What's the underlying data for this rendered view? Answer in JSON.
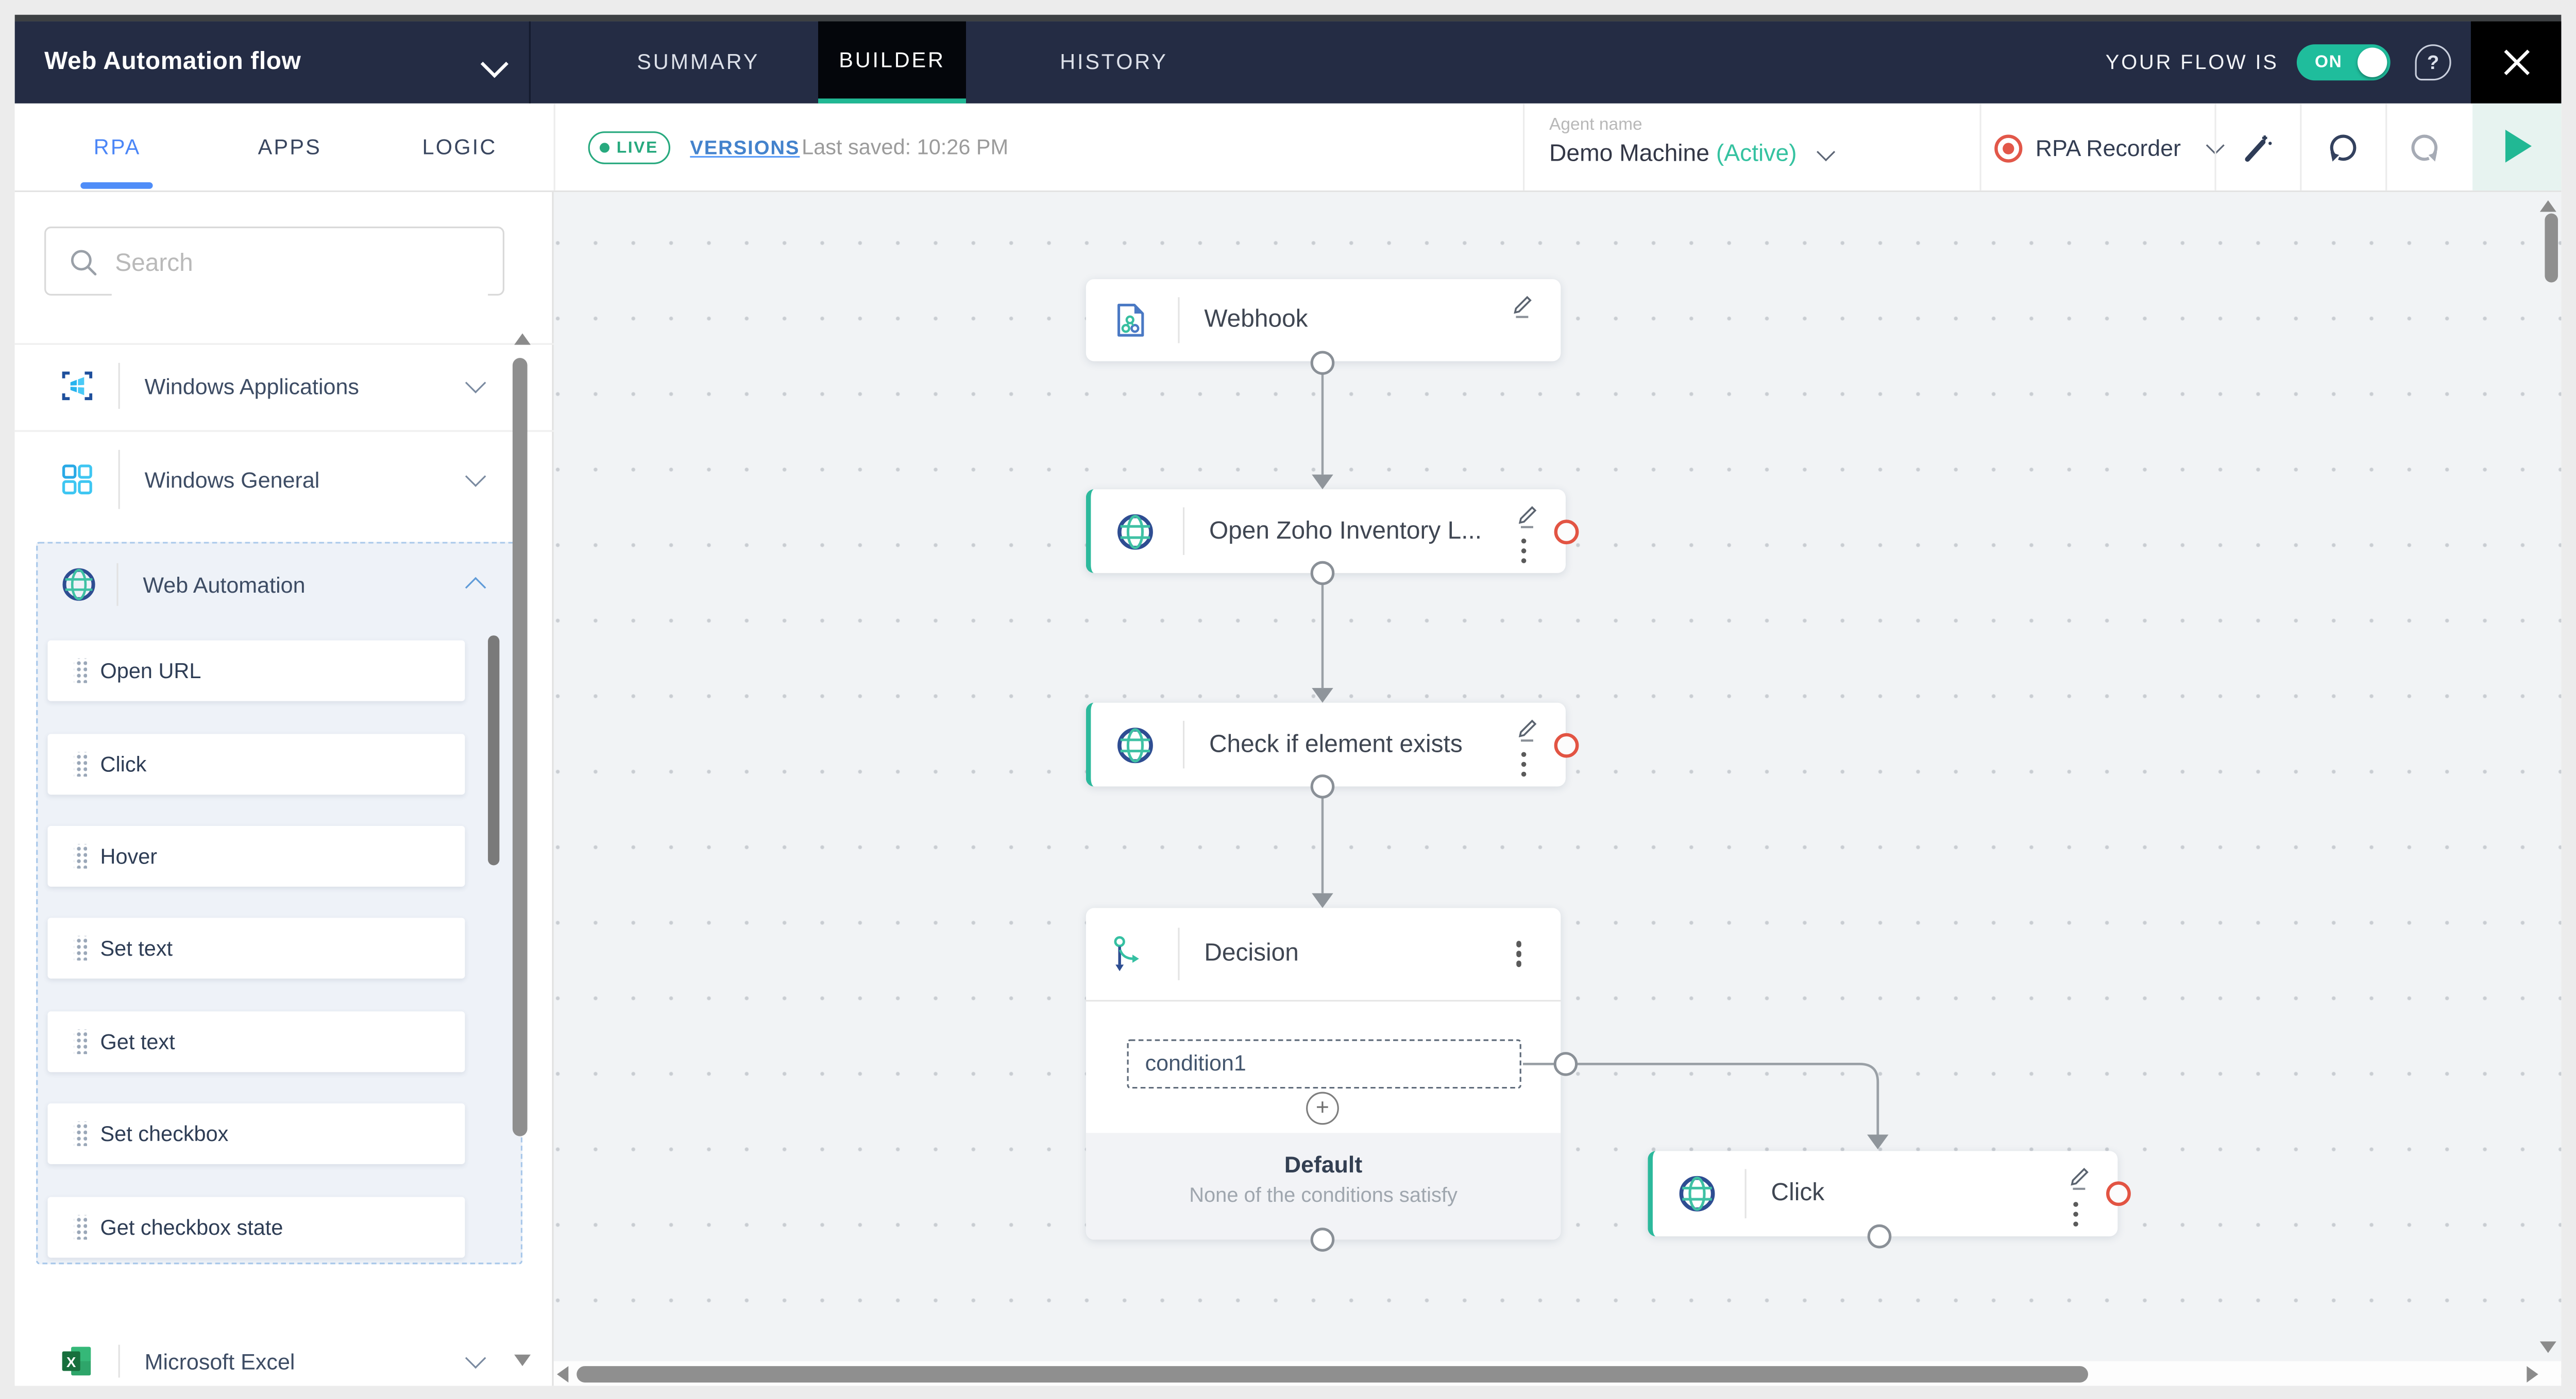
{
  "window": {
    "title": "Web Automation flow",
    "nav_tabs": [
      "SUMMARY",
      "BUILDER",
      "HISTORY"
    ],
    "active_nav_tab": "BUILDER",
    "flow_status_label": "YOUR FLOW IS",
    "flow_toggle": "ON"
  },
  "toolbar": {
    "palette_tabs": [
      "RPA",
      "APPS",
      "LOGIC"
    ],
    "active_palette_tab": "RPA",
    "live_label": "LIVE",
    "versions_label": "VERSIONS",
    "last_saved": "Last saved: 10:26 PM",
    "agent_label": "Agent name",
    "agent_name": "Demo Machine",
    "agent_status": "(Active)",
    "recorder_label": "RPA Recorder"
  },
  "sidebar": {
    "search_placeholder": "Search",
    "categories": [
      {
        "label": "Windows Applications",
        "expanded": false
      },
      {
        "label": "Windows General",
        "expanded": false
      },
      {
        "label": "Web Automation",
        "expanded": true,
        "items": [
          "Open URL",
          "Click",
          "Hover",
          "Set text",
          "Get text",
          "Set checkbox",
          "Get checkbox state"
        ]
      },
      {
        "label": "Microsoft Excel",
        "expanded": false
      }
    ]
  },
  "canvas": {
    "nodes": [
      {
        "id": "webhook",
        "title": "Webhook"
      },
      {
        "id": "open-zoho-inventory",
        "title": "Open Zoho Inventory L..."
      },
      {
        "id": "check-element-exists",
        "title": "Check if element exists"
      },
      {
        "id": "decision",
        "title": "Decision",
        "condition": "condition1",
        "default_title": "Default",
        "default_subtitle": "None of the conditions satisfy"
      },
      {
        "id": "click",
        "title": "Click"
      }
    ]
  },
  "icons": {
    "help": "?",
    "add_condition": "+"
  },
  "colors": {
    "accent_teal": "#21b894",
    "navy_header": "#242c44",
    "active_tab_bg": "#04060b",
    "rpa_blue": "#4b86f7",
    "record_red": "#e25749",
    "breakpoint_red": "#e25443",
    "live_green": "#27a97e",
    "toggle_green": "#1fbd9c"
  }
}
